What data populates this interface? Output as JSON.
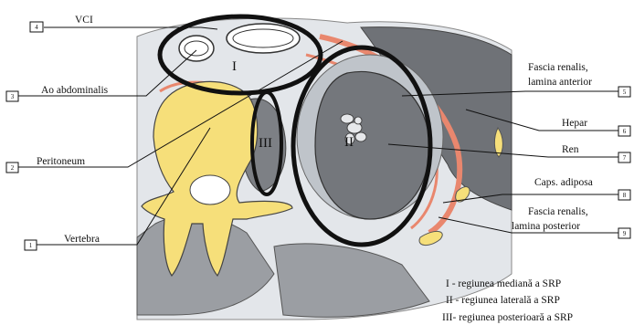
{
  "labels": {
    "vci": "VCI",
    "ao": "Ao abdominalis",
    "peritoneum": "Peritoneum",
    "vertebra": "Vertebra",
    "fascia_anterior_1": "Fascia renalis,",
    "fascia_anterior_2": "lamina anterior",
    "hepar": "Hepar",
    "ren": "Ren",
    "caps": "Caps. adiposa",
    "fascia_posterior_1": "Fascia renalis,",
    "fascia_posterior_2": "lamina posterior"
  },
  "numbers": {
    "vci": "4",
    "ao": "3",
    "peritoneum": "2",
    "vertebra": "1",
    "fascia_anterior": "5",
    "hepar": "6",
    "ren": "7",
    "caps": "8",
    "fascia_posterior": "9"
  },
  "regions": {
    "I": "I",
    "II": "II",
    "III": "III"
  },
  "legend": [
    "I - regiunea mediană a SRP",
    "II - regiunea laterală a SRP",
    "III- regiunea posterioară a SRP"
  ],
  "colors": {
    "bone": "#f6df7a",
    "organ_dark": "#777a80",
    "organ_light": "#cdd2d8",
    "muscle": "#9a9da2",
    "fascia": "#e9876e",
    "outline": "#111111"
  }
}
